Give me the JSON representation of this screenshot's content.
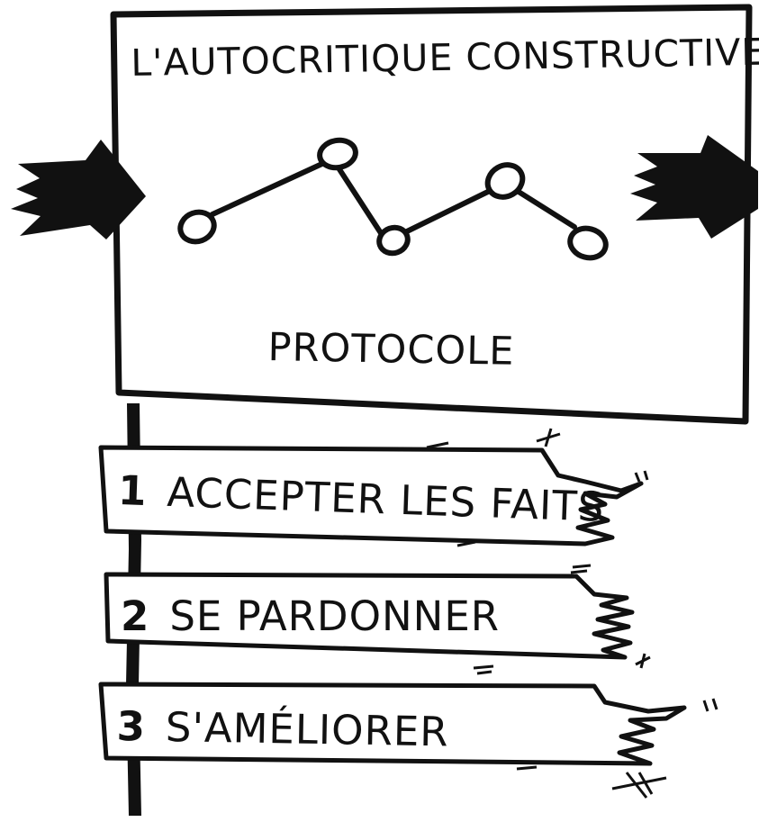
{
  "sign": {
    "title": "L'AUTOCRITIQUE CONSTRUCTIVE",
    "subtitle": "PROTOCOLE"
  },
  "steps": [
    {
      "number": "1",
      "label": "ACCEPTER LES FAITS"
    },
    {
      "number": "2",
      "label": "SE PARDONNER"
    },
    {
      "number": "3",
      "label": "S'AMÉLIORER"
    }
  ],
  "colors": {
    "ink": "#111111",
    "paper": "#ffffff"
  },
  "icons": {
    "left": "arrow-right-icon",
    "right": "arrow-right-icon",
    "graph": "connected-nodes-icon"
  }
}
